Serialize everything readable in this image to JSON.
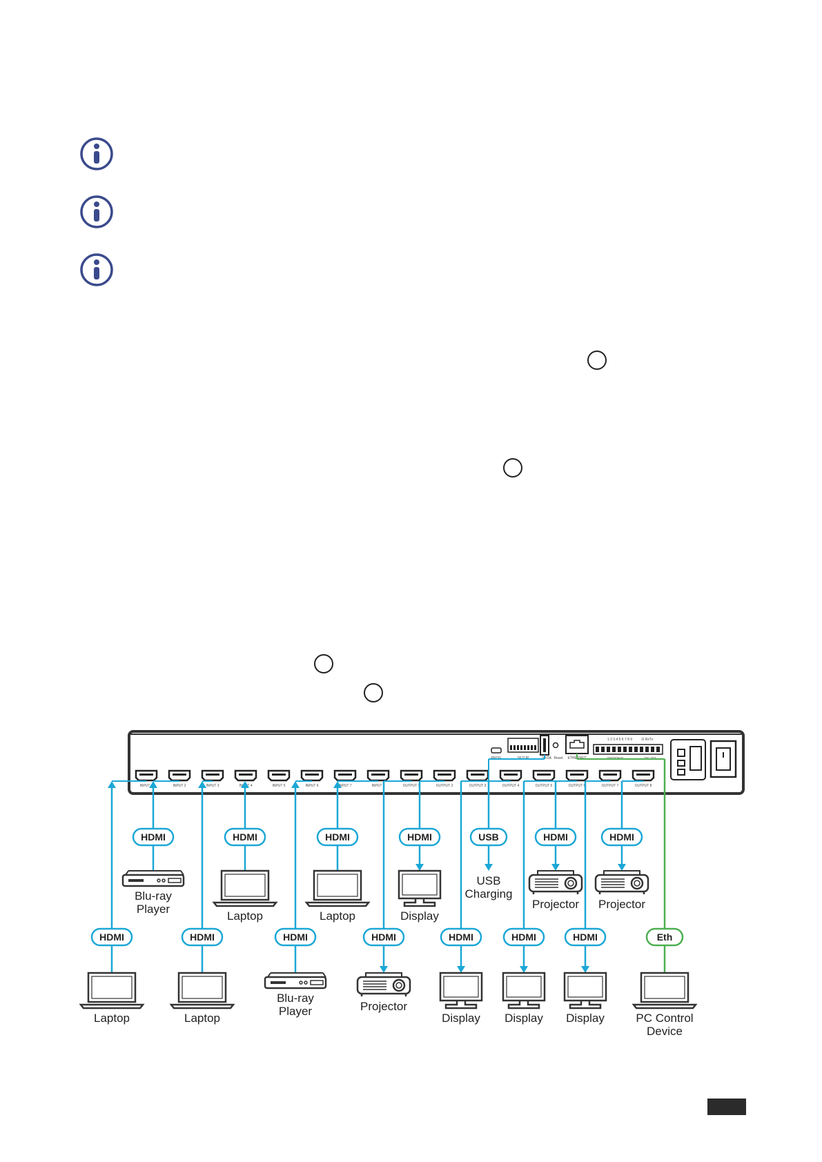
{
  "colors": {
    "hdmi": "#1ba7d6",
    "eth": "#4caf50",
    "icon": "#3b4a8c",
    "device": "#333333"
  },
  "notes": [
    {
      "icon": "info-icon"
    },
    {
      "icon": "info-icon"
    },
    {
      "icon": "info-icon"
    }
  ],
  "panel": {
    "inputs": [
      "INPUT 1",
      "INPUT 2",
      "INPUT 3",
      "INPUT 4",
      "INPUT 5",
      "INPUT 6",
      "INPUT 7",
      "INPUT 8"
    ],
    "outputs": [
      "OUTPUT 1",
      "OUTPUT 2",
      "OUTPUT 3",
      "OUTPUT 4",
      "OUTPUT 5",
      "OUTPUT 6",
      "OUTPUT 7",
      "OUTPUT 8"
    ],
    "prog": "PROG",
    "setup": "SETUP",
    "usb_port": "5V/2A",
    "reset": "Reset",
    "ethernet": "ETHERNET",
    "optional": "OPTIONAL",
    "rs232": "RS-232",
    "terminal_numbers": "1 2 3 4 5 6 7 8 9",
    "gnd": "G RxTx"
  },
  "connections": [
    {
      "port": "INPUT 1",
      "cable": "HDMI",
      "device": [
        "Laptop"
      ],
      "icon": "laptop",
      "dir": "up",
      "tier": "low"
    },
    {
      "port": "INPUT 2",
      "cable": "HDMI",
      "device": [
        "Blu-ray",
        "Player"
      ],
      "icon": "bluray",
      "dir": "up",
      "tier": "high"
    },
    {
      "port": "INPUT 3",
      "cable": "HDMI",
      "device": [
        "Laptop"
      ],
      "icon": "laptop",
      "dir": "up",
      "tier": "low"
    },
    {
      "port": "INPUT 4",
      "cable": "HDMI",
      "device": [
        "Laptop"
      ],
      "icon": "laptop",
      "dir": "up",
      "tier": "high"
    },
    {
      "port": "INPUT 6",
      "cable": "HDMI",
      "device": [
        "Blu-ray",
        "Player"
      ],
      "icon": "bluray",
      "dir": "up",
      "tier": "low"
    },
    {
      "port": "INPUT 8",
      "cable": "HDMI",
      "device": [
        "Laptop"
      ],
      "icon": "laptop",
      "dir": "up",
      "tier": "high"
    },
    {
      "port": "OUTPUT 1",
      "cable": "HDMI",
      "device": [
        "Projector"
      ],
      "icon": "projector",
      "dir": "down",
      "tier": "low"
    },
    {
      "port": "OUTPUT 2",
      "cable": "HDMI",
      "device": [
        "Display"
      ],
      "icon": "display",
      "dir": "down",
      "tier": "high"
    },
    {
      "port": "OUTPUT 4",
      "cable": "HDMI",
      "device": [
        "Display"
      ],
      "icon": "display",
      "dir": "down",
      "tier": "low"
    },
    {
      "port": "USB",
      "cable": "USB",
      "device": [
        "USB",
        "Charging"
      ],
      "icon": "none",
      "dir": "down",
      "tier": "high"
    },
    {
      "port": "OUTPUT 6",
      "cable": "HDMI",
      "device": [
        "Display"
      ],
      "icon": "display",
      "dir": "down",
      "tier": "low"
    },
    {
      "port": "OUTPUT 6",
      "cable": "HDMI",
      "device": [
        "Projector"
      ],
      "icon": "projector",
      "dir": "down",
      "tier": "high"
    },
    {
      "port": "OUTPUT 7",
      "cable": "HDMI",
      "device": [
        "Display"
      ],
      "icon": "display",
      "dir": "down",
      "tier": "low"
    },
    {
      "port": "OUTPUT 8",
      "cable": "HDMI",
      "device": [
        "Projector"
      ],
      "icon": "projector",
      "dir": "down",
      "tier": "high"
    },
    {
      "port": "ETHERNET",
      "cable": "Eth",
      "device": [
        "PC Control",
        "Device"
      ],
      "icon": "laptop",
      "dir": "none",
      "tier": "low"
    }
  ]
}
